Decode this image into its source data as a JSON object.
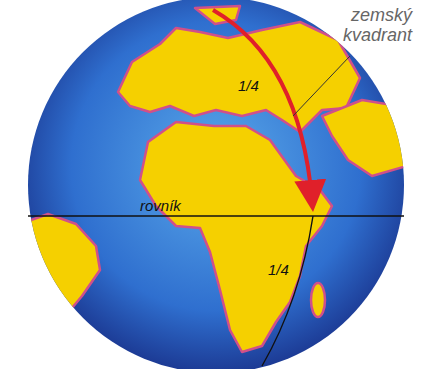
{
  "diagram": {
    "labels": [
      "zemský kvadrant",
      "1/4",
      "rovník",
      "1/4"
    ]
  }
}
